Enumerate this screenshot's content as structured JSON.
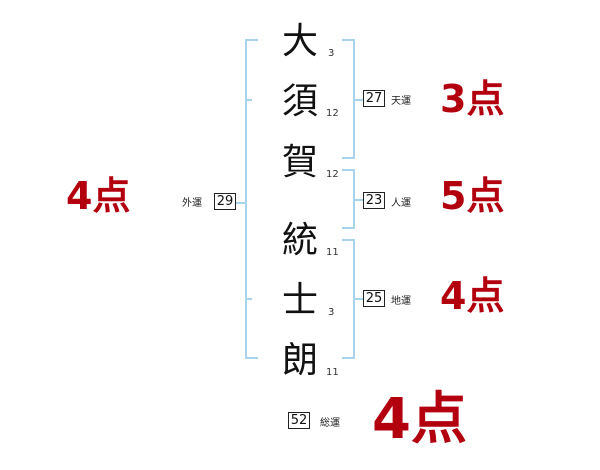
{
  "name_chars": [
    {
      "char": "大",
      "strokes": "3"
    },
    {
      "char": "須",
      "strokes": "12"
    },
    {
      "char": "賀",
      "strokes": "12"
    },
    {
      "char": "統",
      "strokes": "11"
    },
    {
      "char": "士",
      "strokes": "3"
    },
    {
      "char": "朗",
      "strokes": "11"
    }
  ],
  "fortunes": {
    "tenkaku": {
      "label": "天運",
      "value": "27",
      "score": "3点"
    },
    "jinkaku": {
      "label": "人運",
      "value": "23",
      "score": "5点"
    },
    "chikaku": {
      "label": "地運",
      "value": "25",
      "score": "4点"
    },
    "gaikaku": {
      "label": "外運",
      "value": "29",
      "score": "4点"
    },
    "soukaku": {
      "label": "総運",
      "value": "52",
      "score": "4点"
    }
  },
  "colors": {
    "bracket": "#a7d3ec",
    "score": "#b3000f"
  }
}
